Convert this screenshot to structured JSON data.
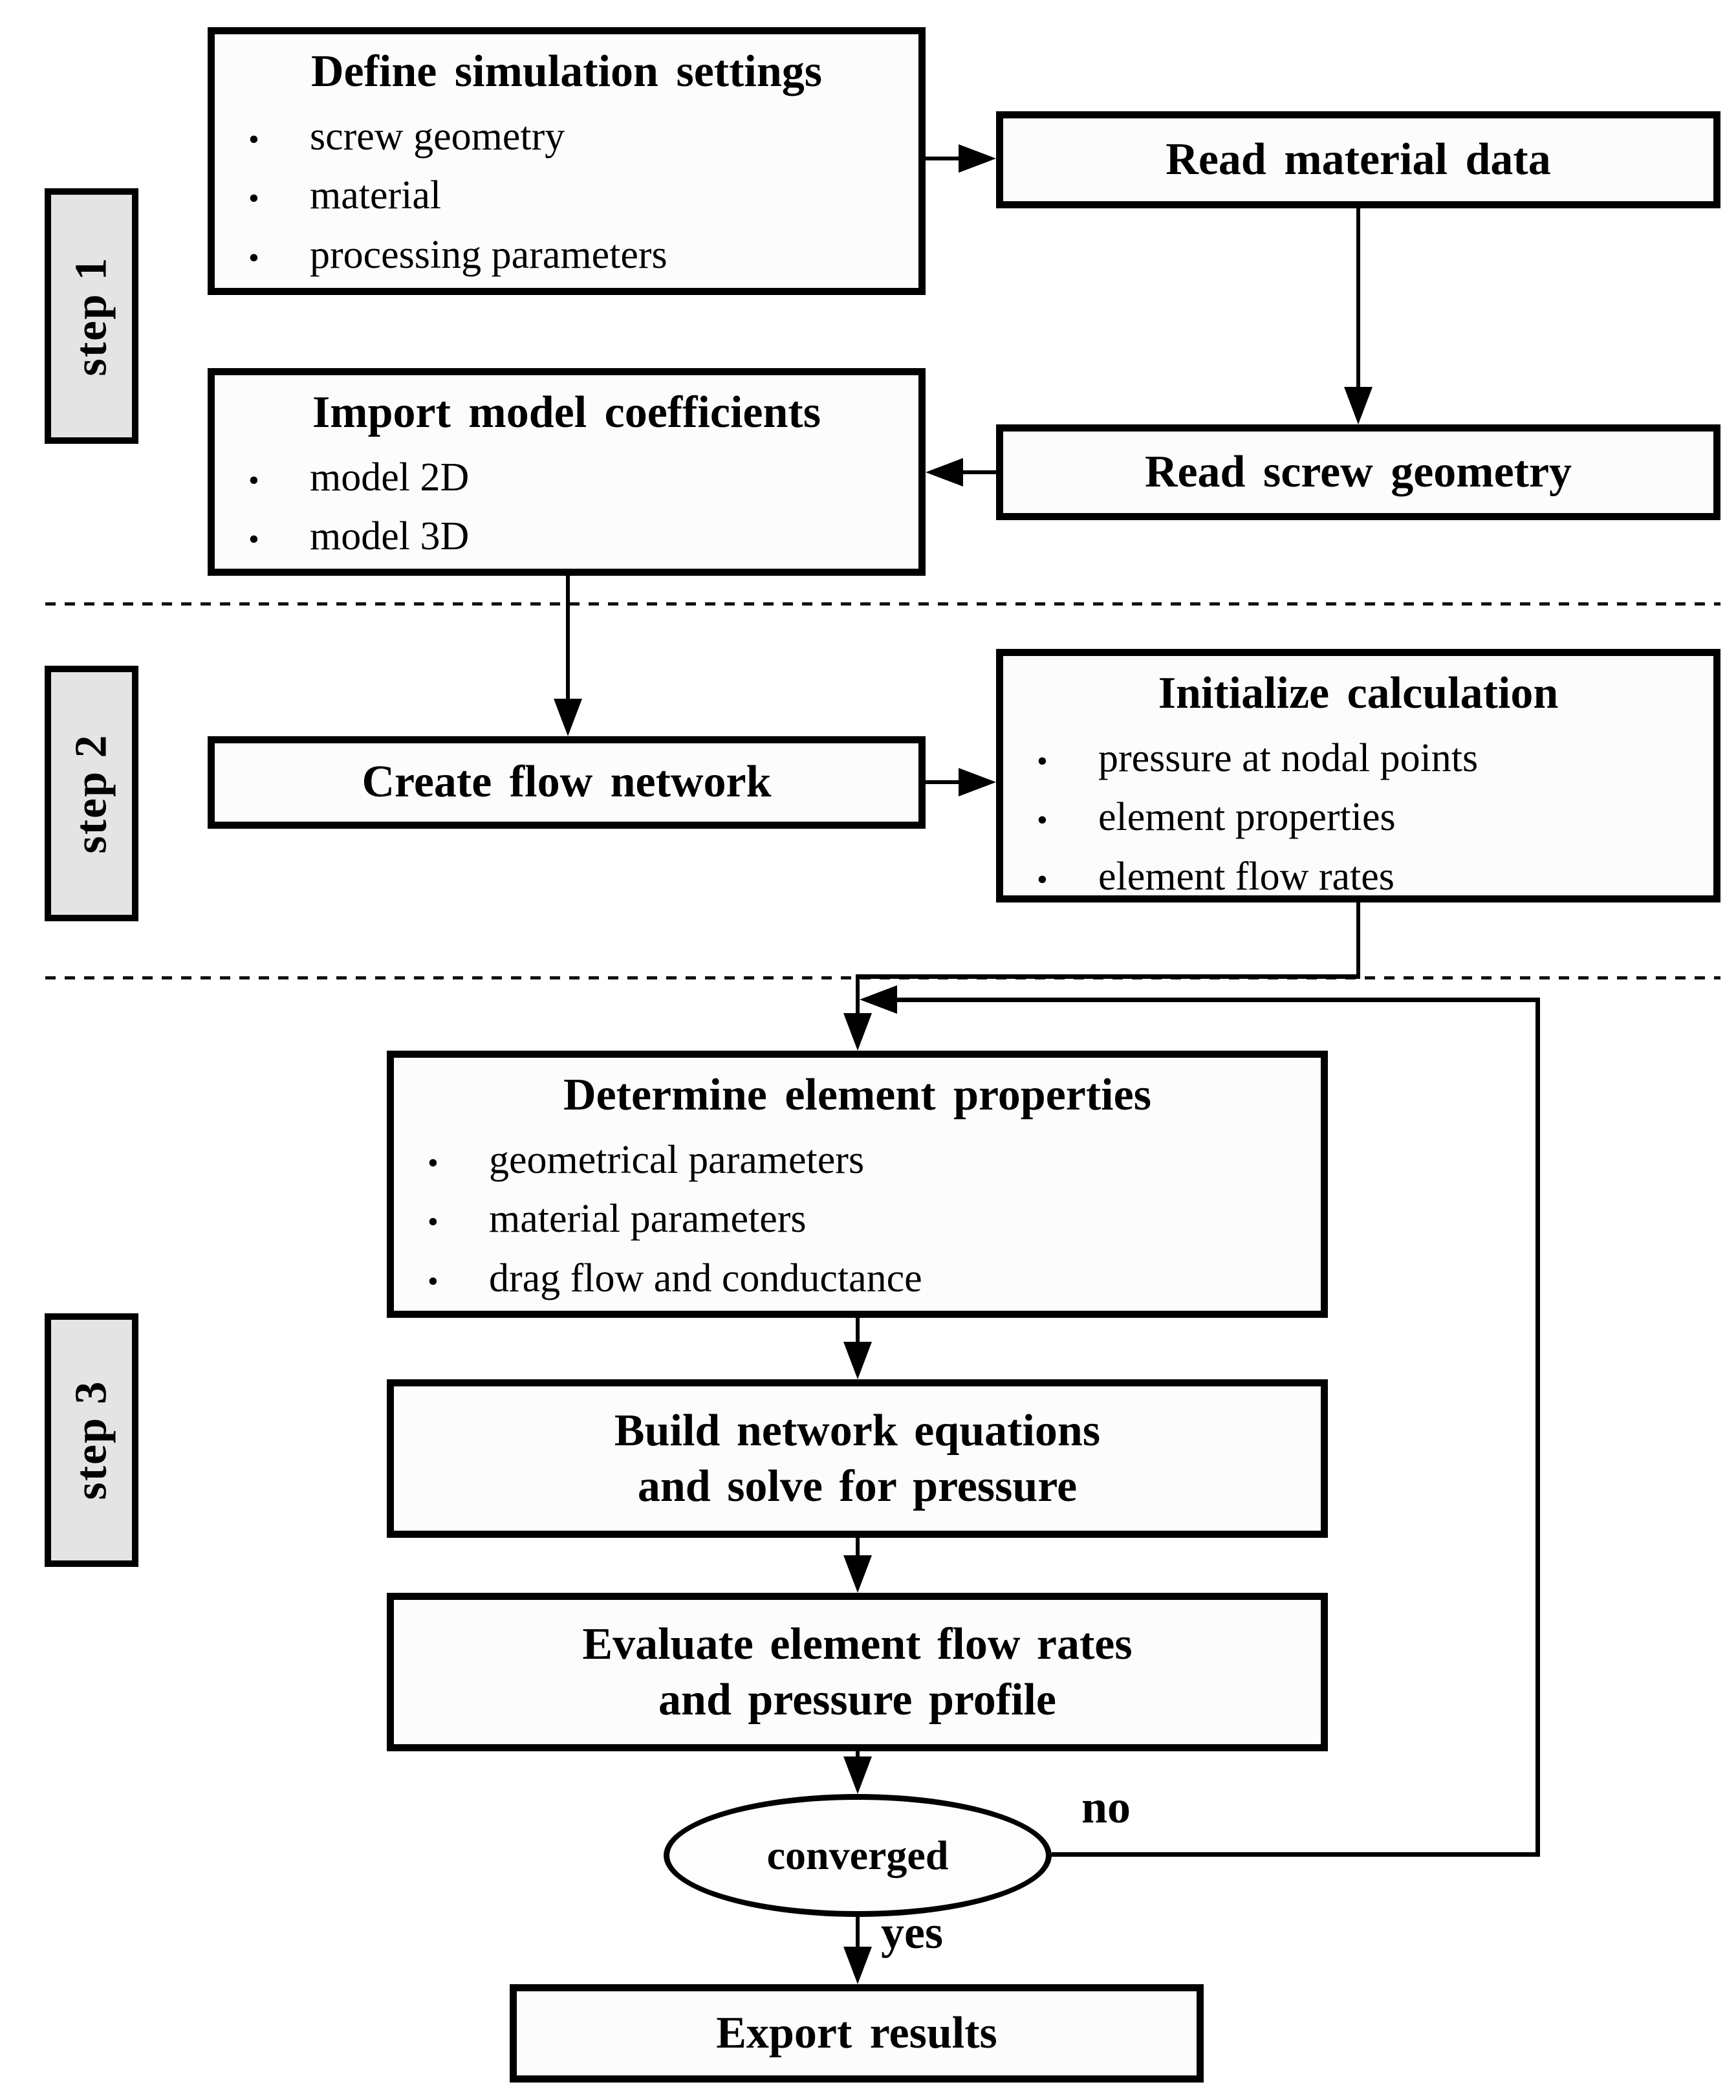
{
  "ui": {
    "bullet": "•"
  },
  "steps": [
    {
      "label": "step 1"
    },
    {
      "label": "step 2"
    },
    {
      "label": "step 3"
    }
  ],
  "nodes": {
    "define": {
      "title": "Define simulation settings",
      "bullets": [
        "screw geometry",
        "material",
        "processing parameters"
      ]
    },
    "read_material": {
      "title": "Read material data"
    },
    "import_coefficients": {
      "title": "Import model coefficients",
      "bullets": [
        "model 2D",
        "model 3D"
      ]
    },
    "read_screw": {
      "title": "Read screw geometry"
    },
    "create_network": {
      "title": "Create flow network"
    },
    "initialize": {
      "title": "Initialize calculation",
      "bullets": [
        "pressure at nodal points",
        "element properties",
        "element flow rates"
      ]
    },
    "determine": {
      "title": "Determine element properties",
      "bullets": [
        "geometrical parameters",
        "material parameters",
        "drag flow and conductance"
      ]
    },
    "build": {
      "line1": "Build network equations",
      "line2": "and solve for pressure"
    },
    "evaluate": {
      "line1": "Evaluate element flow rates",
      "line2": "and pressure profile"
    },
    "converged": {
      "title": "converged"
    },
    "export": {
      "title": "Export results"
    }
  },
  "edge_labels": {
    "no": "no",
    "yes": "yes"
  },
  "colors": {
    "background": "#ffffff",
    "box_fill": "#fcfcfc",
    "step_fill": "#e4e4e4",
    "line": "#000000"
  }
}
